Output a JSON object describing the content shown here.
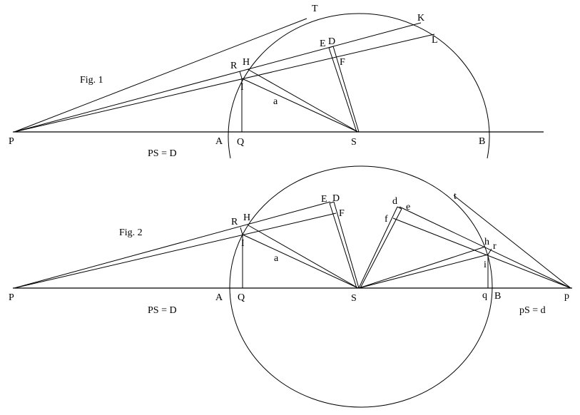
{
  "figures": [
    {
      "id": "fig1",
      "title": "Fig. 1",
      "equation": "PS = D",
      "points": {
        "P": "P",
        "A": "A",
        "Q": "Q",
        "S": "S",
        "B": "B",
        "T": "T",
        "K": "K",
        "L": "L",
        "E": "E",
        "D": "D",
        "F": "F",
        "R": "R",
        "H": "H",
        "I": "I",
        "a": "a"
      }
    },
    {
      "id": "fig2",
      "title": "Fig. 2",
      "equation_left": "PS = D",
      "equation_right": "pS = d",
      "points": {
        "P": "P",
        "A": "A",
        "Q": "Q",
        "S": "S",
        "q": "q",
        "B": "B",
        "p": "p",
        "E": "E",
        "D": "D",
        "F": "F",
        "R": "R",
        "H": "H",
        "I": "I",
        "a": "a",
        "d": "d",
        "e": "e",
        "f": "f",
        "t": "t",
        "h": "h",
        "r": "r",
        "i": "i"
      }
    }
  ],
  "colors": {
    "ink": "#000000",
    "background": "#ffffff"
  }
}
